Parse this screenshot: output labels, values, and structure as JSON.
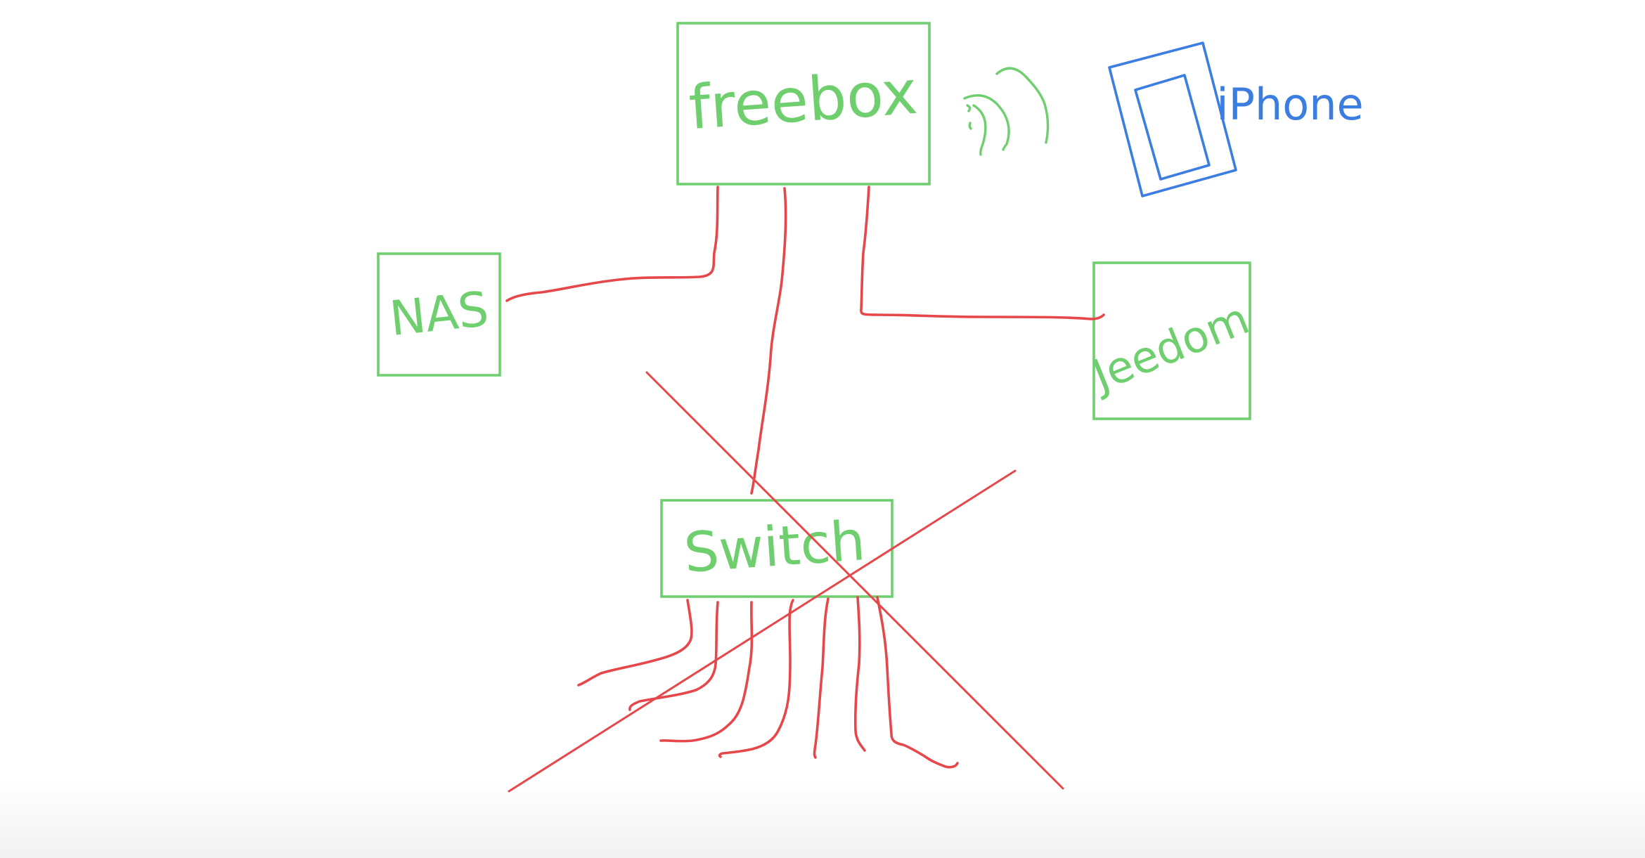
{
  "colors": {
    "device_green": "#6fcf6f",
    "cable_red": "#e5474b",
    "iphone_blue": "#3b7de0",
    "background": "#ffffff"
  },
  "nodes": {
    "freebox": {
      "label": "freebox"
    },
    "nas": {
      "label": "NAS"
    },
    "jeedom": {
      "label": "Jeedom"
    },
    "switch": {
      "label": "Switch"
    },
    "iphone": {
      "label": "iPhone"
    }
  },
  "icons": {
    "wifi": "wifi-signal-icon",
    "phone": "phone-icon"
  }
}
